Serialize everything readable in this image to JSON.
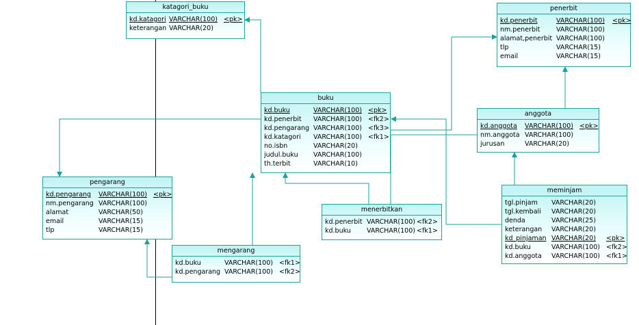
{
  "colors": {
    "border": "#1aa19b",
    "header_fill": "#bff3f3",
    "line": "#1aa19b"
  },
  "tables": [
    {
      "name": "katagori_buku",
      "cols": [
        58,
        80
      ],
      "rows": [
        {
          "field": "kd.katagori",
          "type": "VARCHAR(100)",
          "key": "<pk>",
          "underline": true
        },
        {
          "field": "keterangan",
          "type": "VARCHAR(20)",
          "key": ""
        }
      ]
    },
    {
      "name": "penerbit",
      "cols": [
        82,
        82
      ],
      "rows": [
        {
          "field": "kd.penerbit",
          "type": "VARCHAR(100)",
          "key": "<pk>",
          "underline": true
        },
        {
          "field": "nm.penerbit",
          "type": "VARCHAR(100)",
          "key": ""
        },
        {
          "field": "alamat,penerbit",
          "type": "VARCHAR(100)",
          "key": ""
        },
        {
          "field": "tlp",
          "type": "VARCHAR(15)",
          "key": ""
        },
        {
          "field": "email",
          "type": "VARCHAR(15)",
          "key": ""
        }
      ]
    },
    {
      "name": "buku",
      "cols": [
        72,
        80
      ],
      "rows": [
        {
          "field": "kd.buku",
          "type": "VARCHAR(100)",
          "key": "<pk>",
          "underline": true
        },
        {
          "field": "kd.penerbit",
          "type": "VARCHAR(100)",
          "key": "<fk2>"
        },
        {
          "field": "kd.pengarang",
          "type": "VARCHAR(100)",
          "key": "<fk3>"
        },
        {
          "field": "kd.katagori",
          "type": "VARCHAR(100)",
          "key": "<fk1>"
        },
        {
          "field": "no.isbn",
          "type": "VARCHAR(20)",
          "key": ""
        },
        {
          "field": "judul.buku",
          "type": "VARCHAR(100)",
          "key": ""
        },
        {
          "field": "th.terbit",
          "type": "VARCHAR(10)",
          "key": ""
        }
      ]
    },
    {
      "name": "anggota",
      "cols": [
        65,
        80
      ],
      "rows": [
        {
          "field": "kd.anggota",
          "type": "VARCHAR(100)",
          "key": "<pk>",
          "underline": true
        },
        {
          "field": "nm.anggota",
          "type": "VARCHAR(100)",
          "key": ""
        },
        {
          "field": "jurusan",
          "type": "VARCHAR(20)",
          "key": ""
        }
      ]
    },
    {
      "name": "pengarang",
      "cols": [
        77,
        80
      ],
      "rows": [
        {
          "field": "kd.pengarang",
          "type": "VARCHAR(100)",
          "key": "<pk>",
          "underline": true
        },
        {
          "field": "nm.pengarang",
          "type": "VARCHAR(100)",
          "key": ""
        },
        {
          "field": "alamat",
          "type": "VARCHAR(50)",
          "key": ""
        },
        {
          "field": "email",
          "type": "VARCHAR(15)",
          "key": ""
        },
        {
          "field": "tlp",
          "type": "VARCHAR(15)",
          "key": ""
        }
      ]
    },
    {
      "name": "menerbitkan",
      "cols": [
        61,
        73
      ],
      "rows": [
        {
          "field": "kd.penerbit",
          "type": "VARCHAR(100)",
          "key": "<fk2>"
        },
        {
          "field": "kd.buku",
          "type": "VARCHAR(100)",
          "key": "<fk1>"
        }
      ]
    },
    {
      "name": "meminjam",
      "cols": [
        68,
        80
      ],
      "rows": [
        {
          "field": "tgl.pinjam",
          "type": "VARCHAR(20)",
          "key": ""
        },
        {
          "field": "tgl.kembali",
          "type": "VARCHAR(20)",
          "key": ""
        },
        {
          "field": "denda",
          "type": "VARCHAR(25)",
          "key": ""
        },
        {
          "field": "keterangan",
          "type": "VARCHAR(20)",
          "key": ""
        },
        {
          "field": "kd_pinjaman",
          "type": "VARCHAR(20)",
          "key": "<pk>",
          "underline": true
        },
        {
          "field": "kd.buku",
          "type": "VARCHAR(100)",
          "key": "<fk2>"
        },
        {
          "field": "kd.anggota",
          "type": "VARCHAR(100)",
          "key": "<fk1>"
        }
      ]
    },
    {
      "name": "mengarang",
      "cols": [
        72,
        80
      ],
      "rows": [
        {
          "field": "kd.buku",
          "type": "VARCHAR(100)",
          "key": "<fk1>"
        },
        {
          "field": "kd.pengarang",
          "type": "VARCHAR(100)",
          "key": "<fk2>"
        }
      ]
    }
  ]
}
